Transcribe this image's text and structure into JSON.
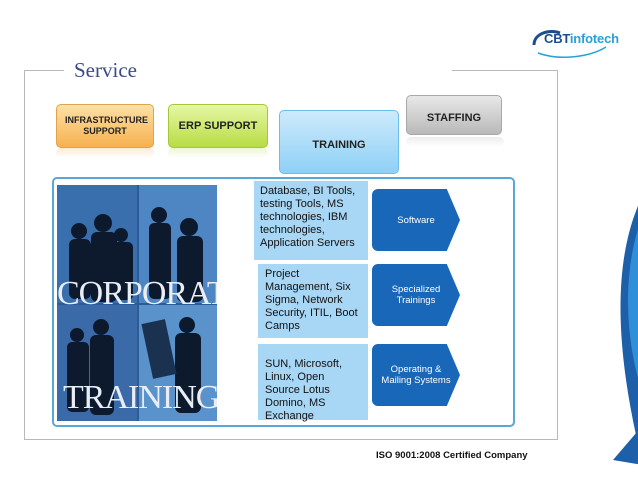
{
  "page": {
    "title": "Service",
    "logo_text_a": "CBT",
    "logo_text_b": "infotech",
    "footer": "ISO 9001:2008 Certified Company"
  },
  "tabs": [
    {
      "label": "INFRASTRUCTURE SUPPORT",
      "color": "#f6b14f"
    },
    {
      "label": "ERP SUPPORT",
      "color": "#b8dc45"
    },
    {
      "label": "TRAINING",
      "color": "#8fd0f6"
    },
    {
      "label": "STAFFING",
      "color": "#b9b9b9"
    }
  ],
  "photo": {
    "word1": "CORPORATE",
    "word2": "TRAINING"
  },
  "rows": [
    {
      "description": "Database, BI Tools, testing Tools, MS technologies, IBM technologies, Application Servers",
      "category": "Software"
    },
    {
      "description": "Project Management, Six Sigma, Network Security, ITIL, Boot Camps",
      "category": "Specialized Trainings"
    },
    {
      "description": "SUN, Microsoft, Linux, Open Source Lotus Domino, MS Exchange",
      "category": "Operating & Mailing Systems"
    }
  ]
}
